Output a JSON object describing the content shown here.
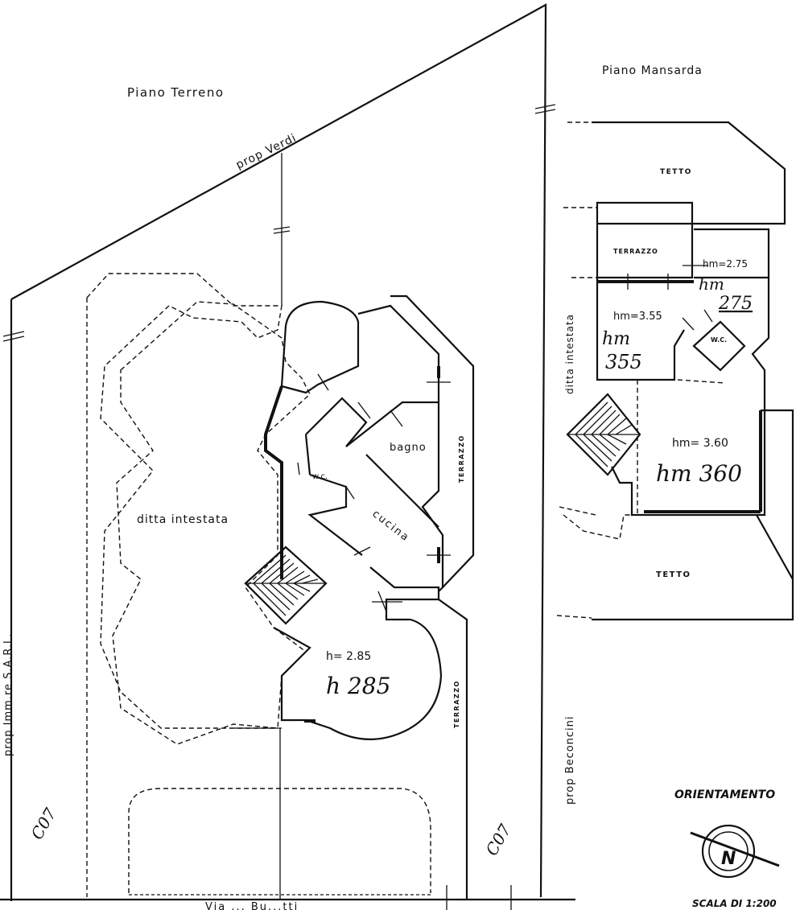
{
  "ground_floor": {
    "title": "Piano Terreno",
    "prop_north": "prop Verdi",
    "prop_west": "prop Imm.re   S.A.R.L.",
    "prop_east": "prop Beconcini",
    "street": "Via  ...  Bu...tti",
    "owner": "ditta intestata",
    "rooms": {
      "bath": "bagno",
      "wc": "w.c.",
      "kitchen": "cucina",
      "terrace_e": "TERRAZZO",
      "terrace_s": "TERRAZZO"
    },
    "height_typed": "h= 2.85",
    "height_hand": "h 285",
    "mark_left": "C07",
    "mark_right": "C07"
  },
  "attic_floor": {
    "title": "Piano Mansarda",
    "roof_top": "TETTO",
    "roof_bottom": "TETTO",
    "terrace": "TERRAZZO",
    "owner": "ditta intestata",
    "wc": "W.C.",
    "h1_typed": "hm=2.75",
    "h1_hand_a": "hm",
    "h1_hand_b": "275",
    "h2_typed": "hm=3.55",
    "h2_hand_a": "hm",
    "h2_hand_b": "355",
    "h3_typed": "hm= 3.60",
    "h3_hand": "hm 360"
  },
  "legend": {
    "orientation": "ORIENTAMENTO",
    "north": "N",
    "scale": "SCALA DI 1:200"
  }
}
